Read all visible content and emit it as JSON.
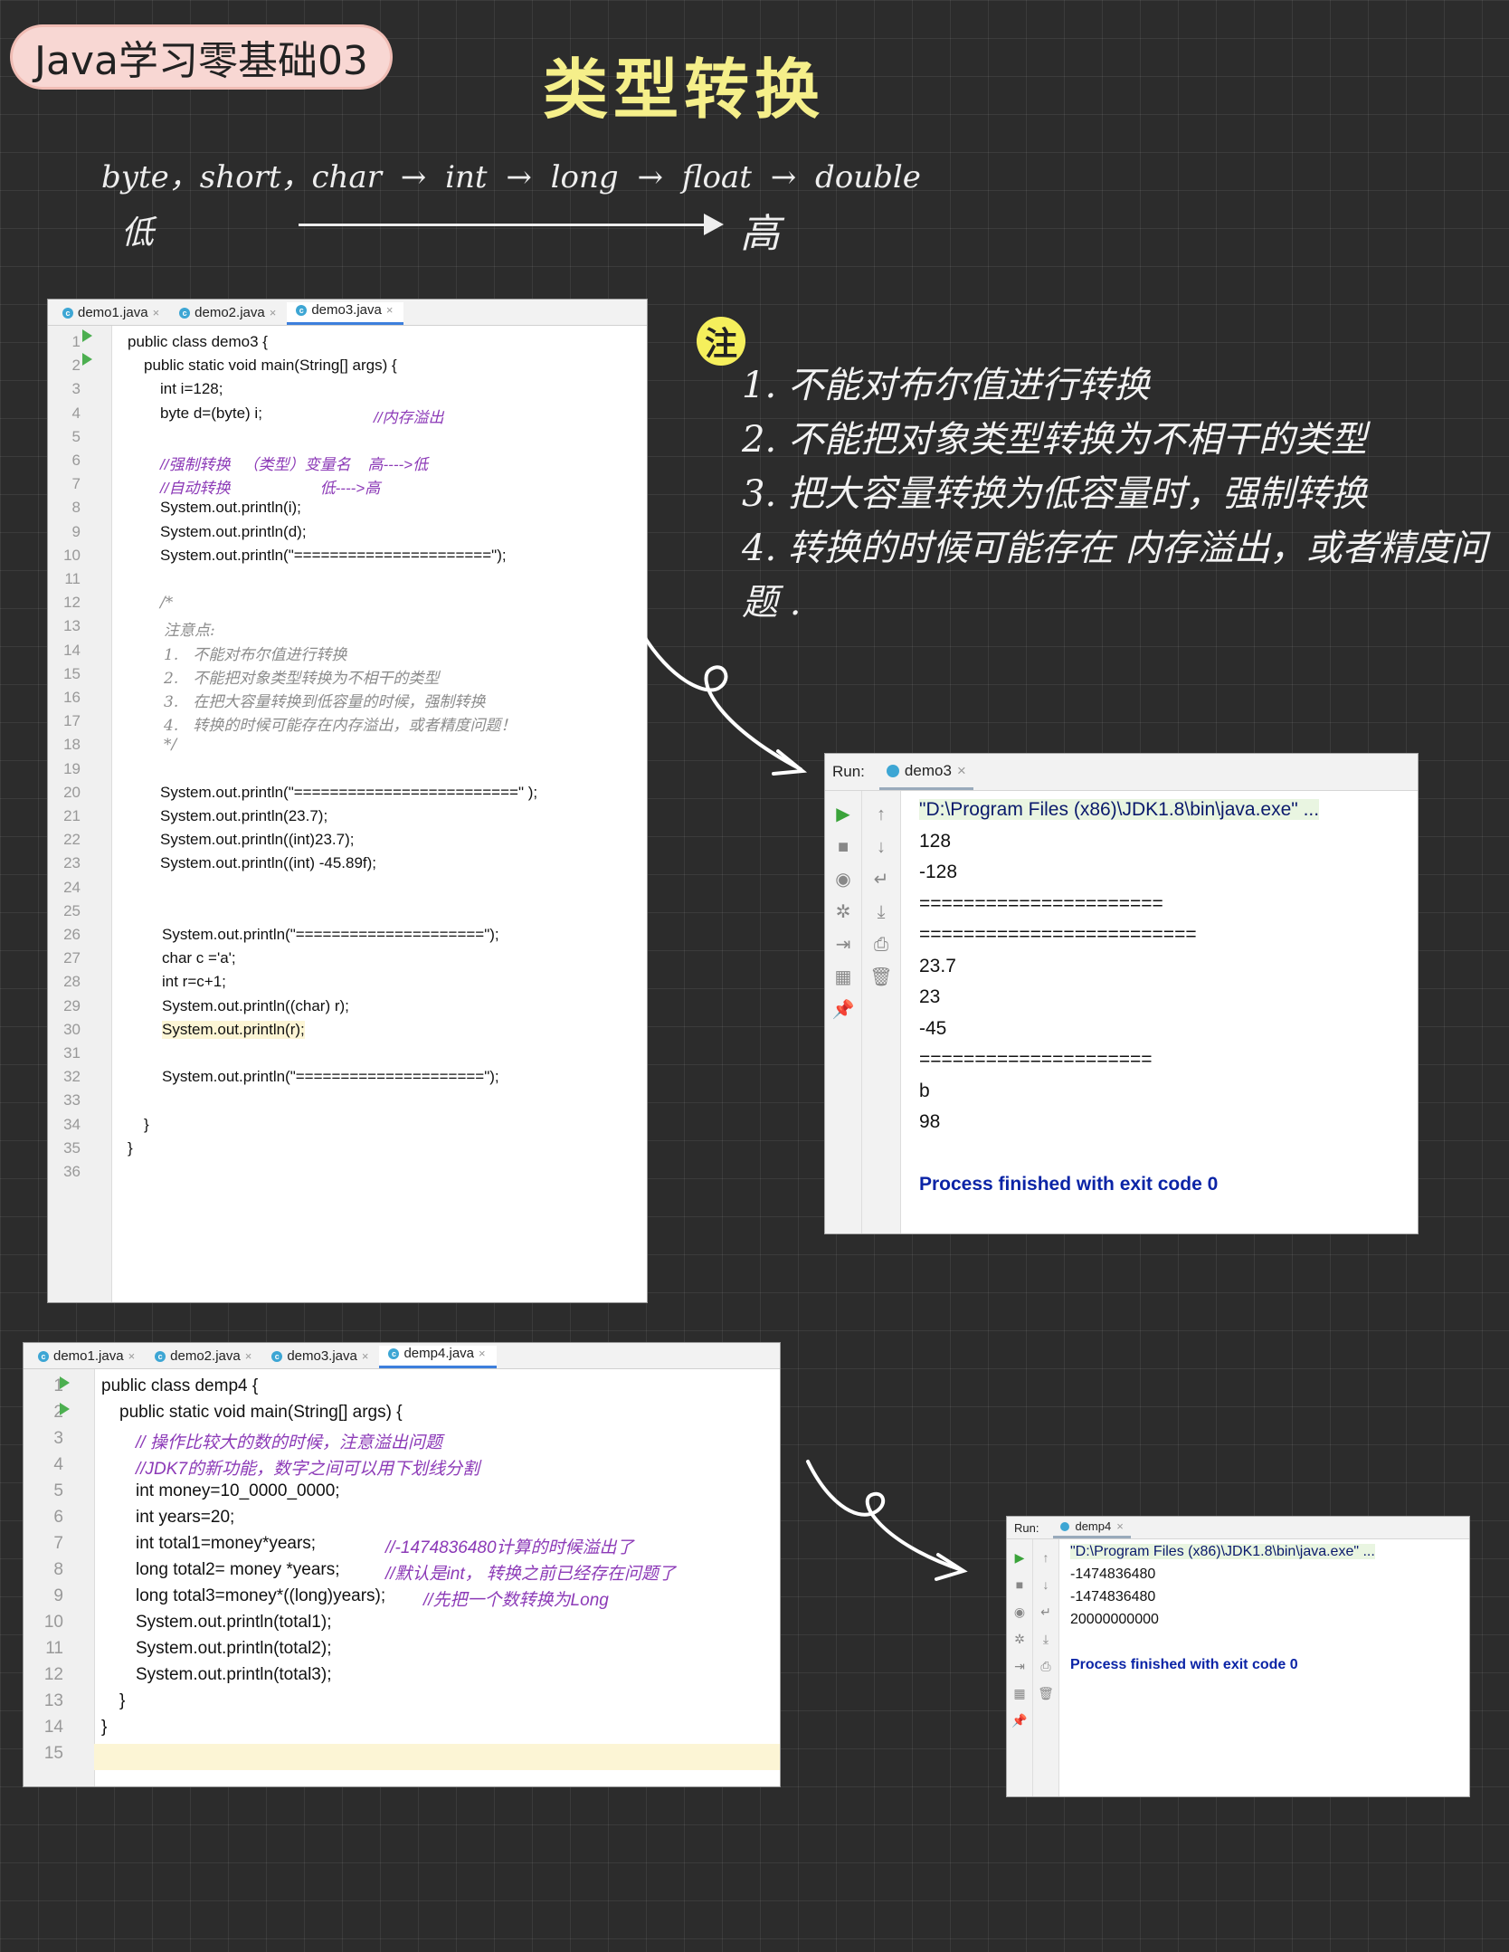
{
  "header": {
    "pill_title": "Java学习零基础03",
    "main_title": "类型转换"
  },
  "type_order": {
    "types": [
      "byte，short，char",
      "→",
      "int",
      "→",
      "long",
      "→",
      "float",
      "→",
      "double"
    ],
    "low": "低",
    "high": "高"
  },
  "notes": {
    "badge": "注",
    "items": [
      "1. 不能对布尔值进行转换",
      "2. 不能把对象类型转换为不相干的类型",
      "3. 把大容量转换为低容量时，强制转换",
      "4. 转换的时候可能存在 内存溢出，或者精度问题 ."
    ]
  },
  "editor1": {
    "tabs": [
      {
        "label": "demo1.java",
        "active": false
      },
      {
        "label": "demo2.java",
        "active": false
      },
      {
        "label": "demo3.java",
        "active": true
      }
    ],
    "line_numbers": [
      "1",
      "2",
      "3",
      "4",
      "5",
      "6",
      "7",
      "8",
      "9",
      "10",
      "11",
      "12",
      "13",
      "14",
      "15",
      "16",
      "17",
      "18",
      "19",
      "20",
      "21",
      "22",
      "23",
      "24",
      "25",
      "26",
      "27",
      "28",
      "29",
      "30",
      "31",
      "32",
      "33",
      "34",
      "35",
      "36"
    ],
    "lines": [
      "public class demo3 {",
      "public static void main(String[] args) {",
      "int i=128;",
      "byte d=(byte) i;",
      "//内存溢出",
      "//强制转换   （类型）变量名    高---->低",
      "//自动转换                     低---->高",
      "System.out.println(i);",
      "System.out.println(d);",
      "System.out.println(\"======================\");",
      "/*",
      "注意点:",
      "1.   不能对布尔值进行转换",
      "2.   不能把对象类型转换为不相干的类型",
      "3.   在把大容量转换到低容量的时候，强制转换",
      "4.   转换的时候可能存在内存溢出，或者精度问题！",
      "*/",
      "System.out.println(\"=========================\" );",
      "System.out.println(23.7);",
      "System.out.println((int)23.7);",
      "System.out.println((int) -45.89f);",
      "System.out.println(\"=====================\");",
      "char c ='a';",
      "int r=c+1;",
      "System.out.println((char) r);",
      "System.out.println(r);",
      "System.out.println(\"=====================\");",
      "}",
      "}"
    ]
  },
  "console1": {
    "run_label": "Run:",
    "tab": "demo3",
    "command": "\"D:\\Program Files (x86)\\JDK1.8\\bin\\java.exe\" ...",
    "output": [
      "128",
      "-128",
      "======================",
      "=========================",
      "23.7",
      "23",
      "-45",
      "=====================",
      "b",
      "98"
    ],
    "finish": "Process finished with exit code 0"
  },
  "editor2": {
    "tabs": [
      {
        "label": "demo1.java",
        "active": false
      },
      {
        "label": "demo2.java",
        "active": false
      },
      {
        "label": "demo3.java",
        "active": false
      },
      {
        "label": "demp4.java",
        "active": true
      }
    ],
    "line_numbers": [
      "1",
      "2",
      "3",
      "4",
      "5",
      "6",
      "7",
      "8",
      "9",
      "10",
      "11",
      "12",
      "13",
      "14",
      "15"
    ],
    "lines": [
      "public class demp4 {",
      "public static void main(String[] args) {",
      "// 操作比较大的数的时候，注意溢出问题",
      "//JDK7的新功能，数字之间可以用下划线分割",
      "int money=10_0000_0000;",
      "int years=20;",
      "int total1=money*years;",
      "//-1474836480计算的时候溢出了",
      "long total2= money *years;",
      "//默认是int， 转换之前已经存在问题了",
      "long total3=money*((long)years);",
      "//先把一个数转换为Long",
      "System.out.println(total1);",
      "System.out.println(total2);",
      "System.out.println(total3);",
      "}",
      "}"
    ]
  },
  "console2": {
    "run_label": "Run:",
    "tab": "demp4",
    "command": "\"D:\\Program Files (x86)\\JDK1.8\\bin\\java.exe\" ...",
    "output": [
      "-1474836480",
      "-1474836480",
      "20000000000"
    ],
    "finish": "Process finished with exit code 0"
  },
  "colors": {
    "background": "#2c2c2c",
    "title_yellow": "#f5ef8a",
    "pill_pink": "#f8d7d3",
    "keyword_blue": "#0b24a6",
    "string_green": "#067d17",
    "comment_purple": "#8c3ab7"
  }
}
